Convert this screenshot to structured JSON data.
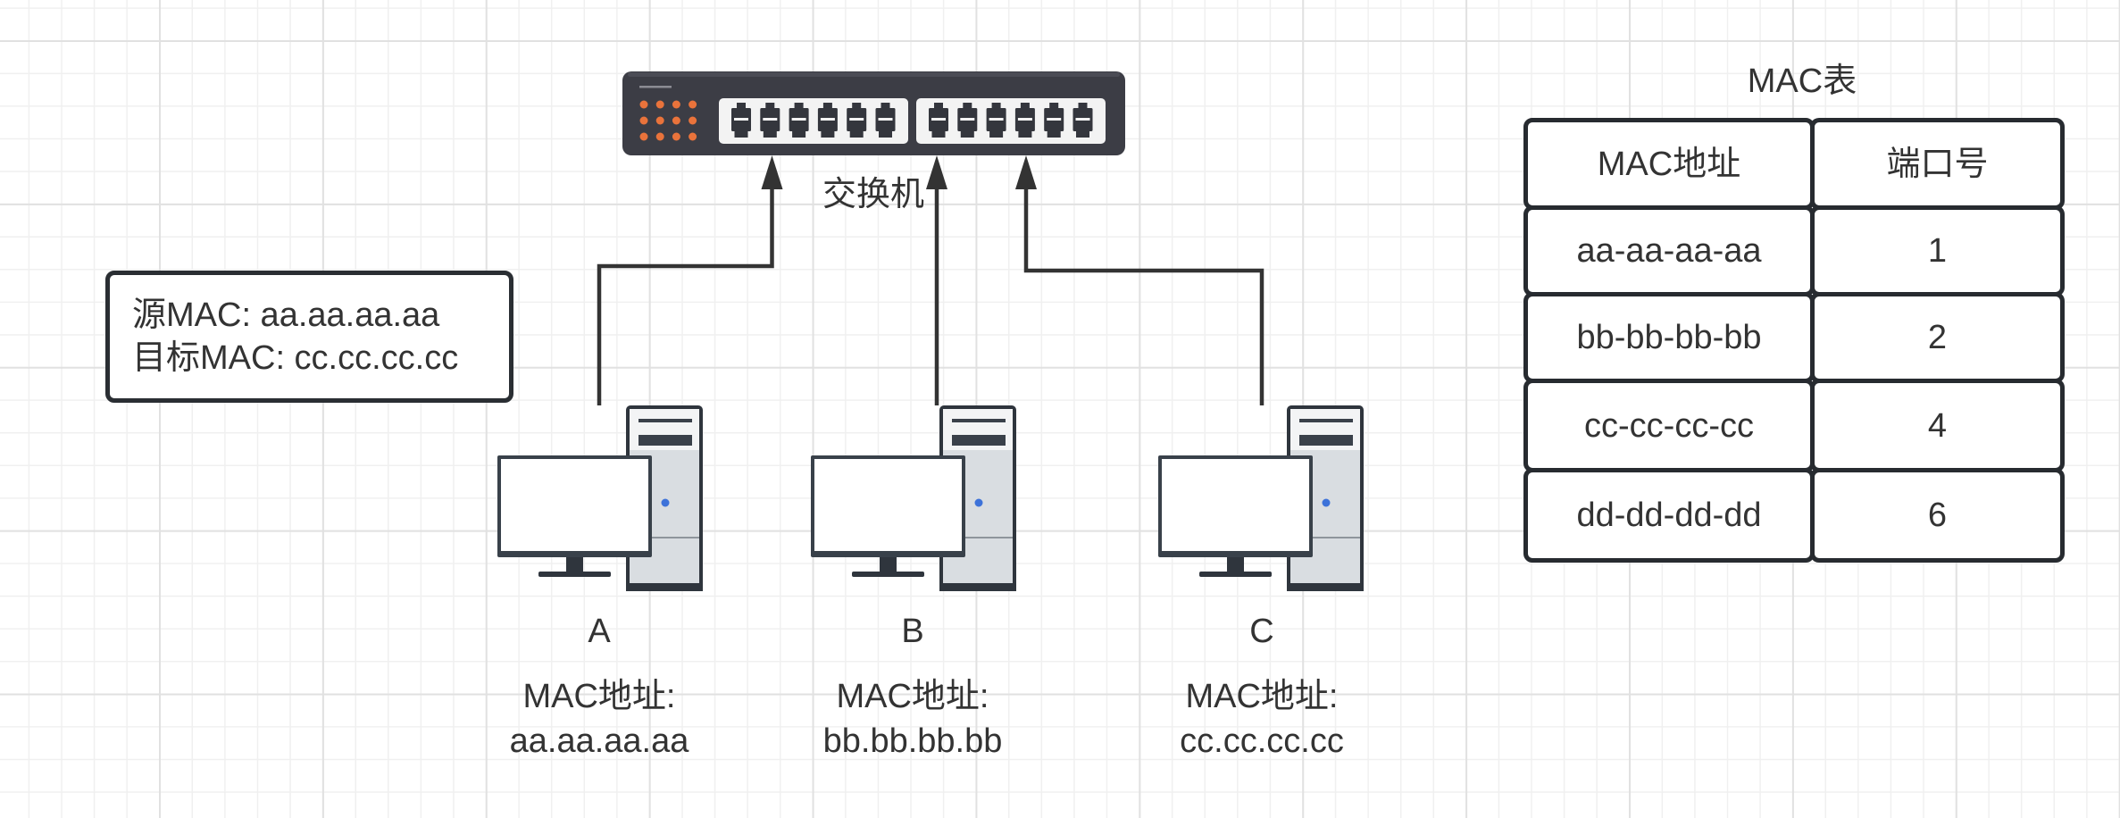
{
  "switch": {
    "label": "交换机"
  },
  "callout": {
    "source_mac": "源MAC: aa.aa.aa.aa",
    "dest_mac": "目标MAC: cc.cc.cc.cc"
  },
  "hosts": [
    {
      "name": "A",
      "mac_label": "MAC地址:",
      "mac": "aa.aa.aa.aa"
    },
    {
      "name": "B",
      "mac_label": "MAC地址:",
      "mac": "bb.bb.bb.bb"
    },
    {
      "name": "C",
      "mac_label": "MAC地址:",
      "mac": "cc.cc.cc.cc"
    }
  ],
  "mac_table": {
    "title": "MAC表",
    "headers": [
      "MAC地址",
      "端口号"
    ],
    "rows": [
      [
        "aa-aa-aa-aa",
        "1"
      ],
      [
        "bb-bb-bb-bb",
        "2"
      ],
      [
        "cc-cc-cc-cc",
        "4"
      ],
      [
        "dd-dd-dd-dd",
        "6"
      ]
    ]
  },
  "icons": {
    "switch": "network-switch-icon",
    "computer": "desktop-computer-icon",
    "arrow": "arrow-up-icon"
  },
  "colors": {
    "stroke": "#333333",
    "switch_body": "#3c3d45",
    "switch_led": "#e9733b",
    "port_panel": "#f3f3f3",
    "monitor_frame": "#39414a",
    "tower_body": "#d9dde1",
    "power_led": "#3d72d9",
    "grid_major": "#e1e1e1",
    "grid_minor": "#f0f0f0"
  }
}
